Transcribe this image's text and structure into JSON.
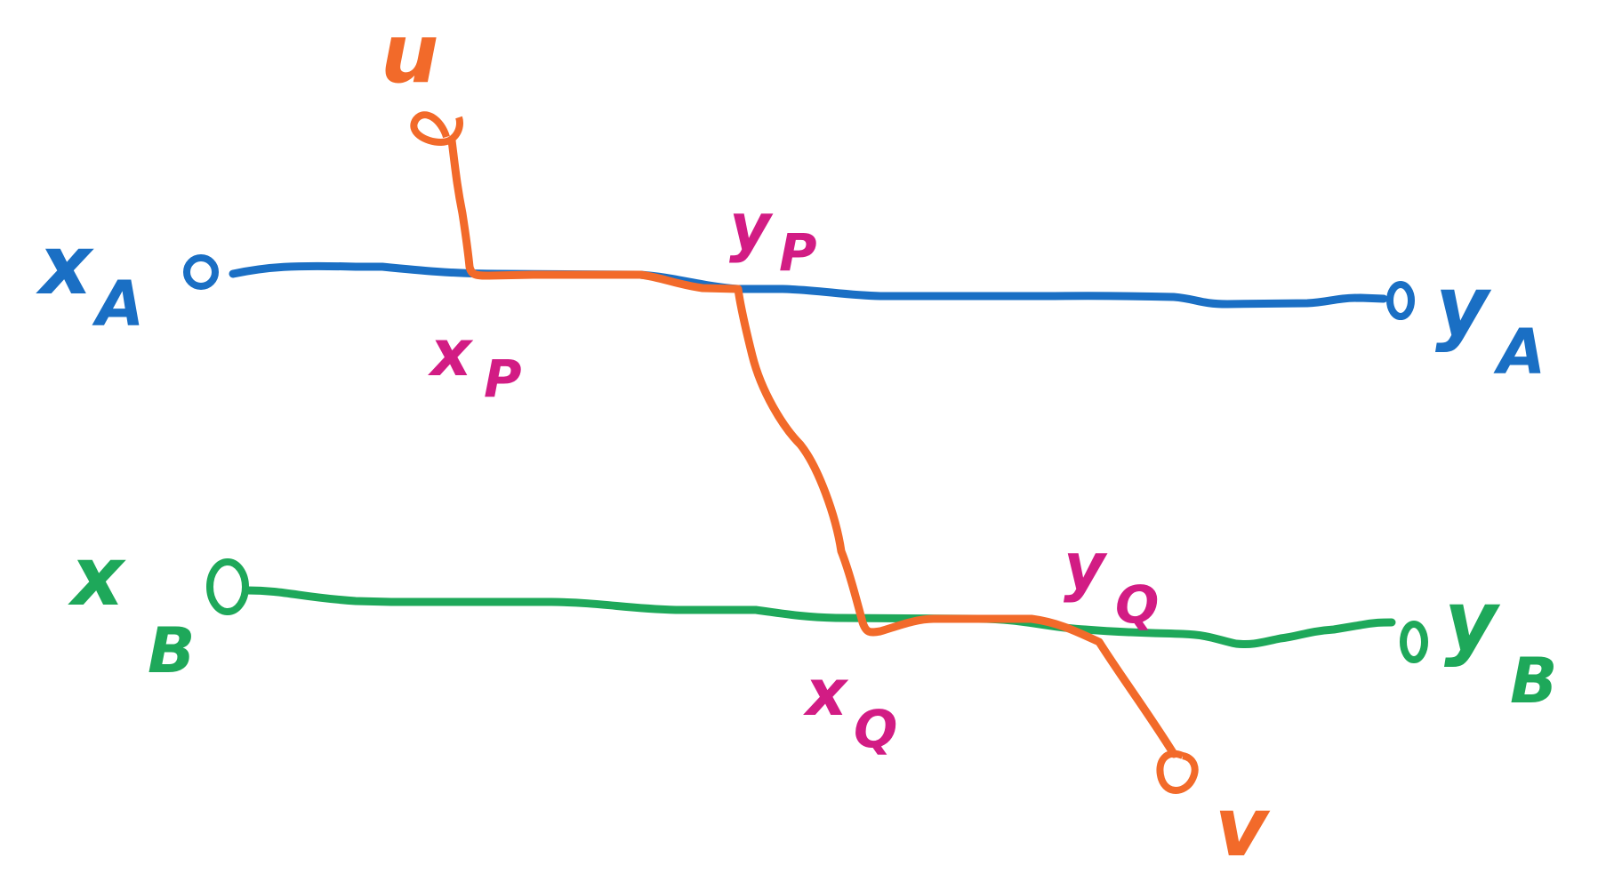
{
  "colors": {
    "path_a": "#1a6fc4",
    "path_b": "#1ea85a",
    "path_uv": "#f26a2a",
    "points": "#d21c84"
  },
  "path_a": {
    "start": {
      "letter": "x",
      "sub": "A"
    },
    "end": {
      "letter": "y",
      "sub": "A"
    }
  },
  "path_b": {
    "start": {
      "letter": "x",
      "sub": "B"
    },
    "end": {
      "letter": "y",
      "sub": "B"
    }
  },
  "path_uv": {
    "start": "u",
    "end": "v"
  },
  "points": {
    "xp": {
      "letter": "x",
      "sub": "P"
    },
    "yp": {
      "letter": "y",
      "sub": "P"
    },
    "xq": {
      "letter": "x",
      "sub": "Q"
    },
    "yq": {
      "letter": "y",
      "sub": "Q"
    }
  }
}
